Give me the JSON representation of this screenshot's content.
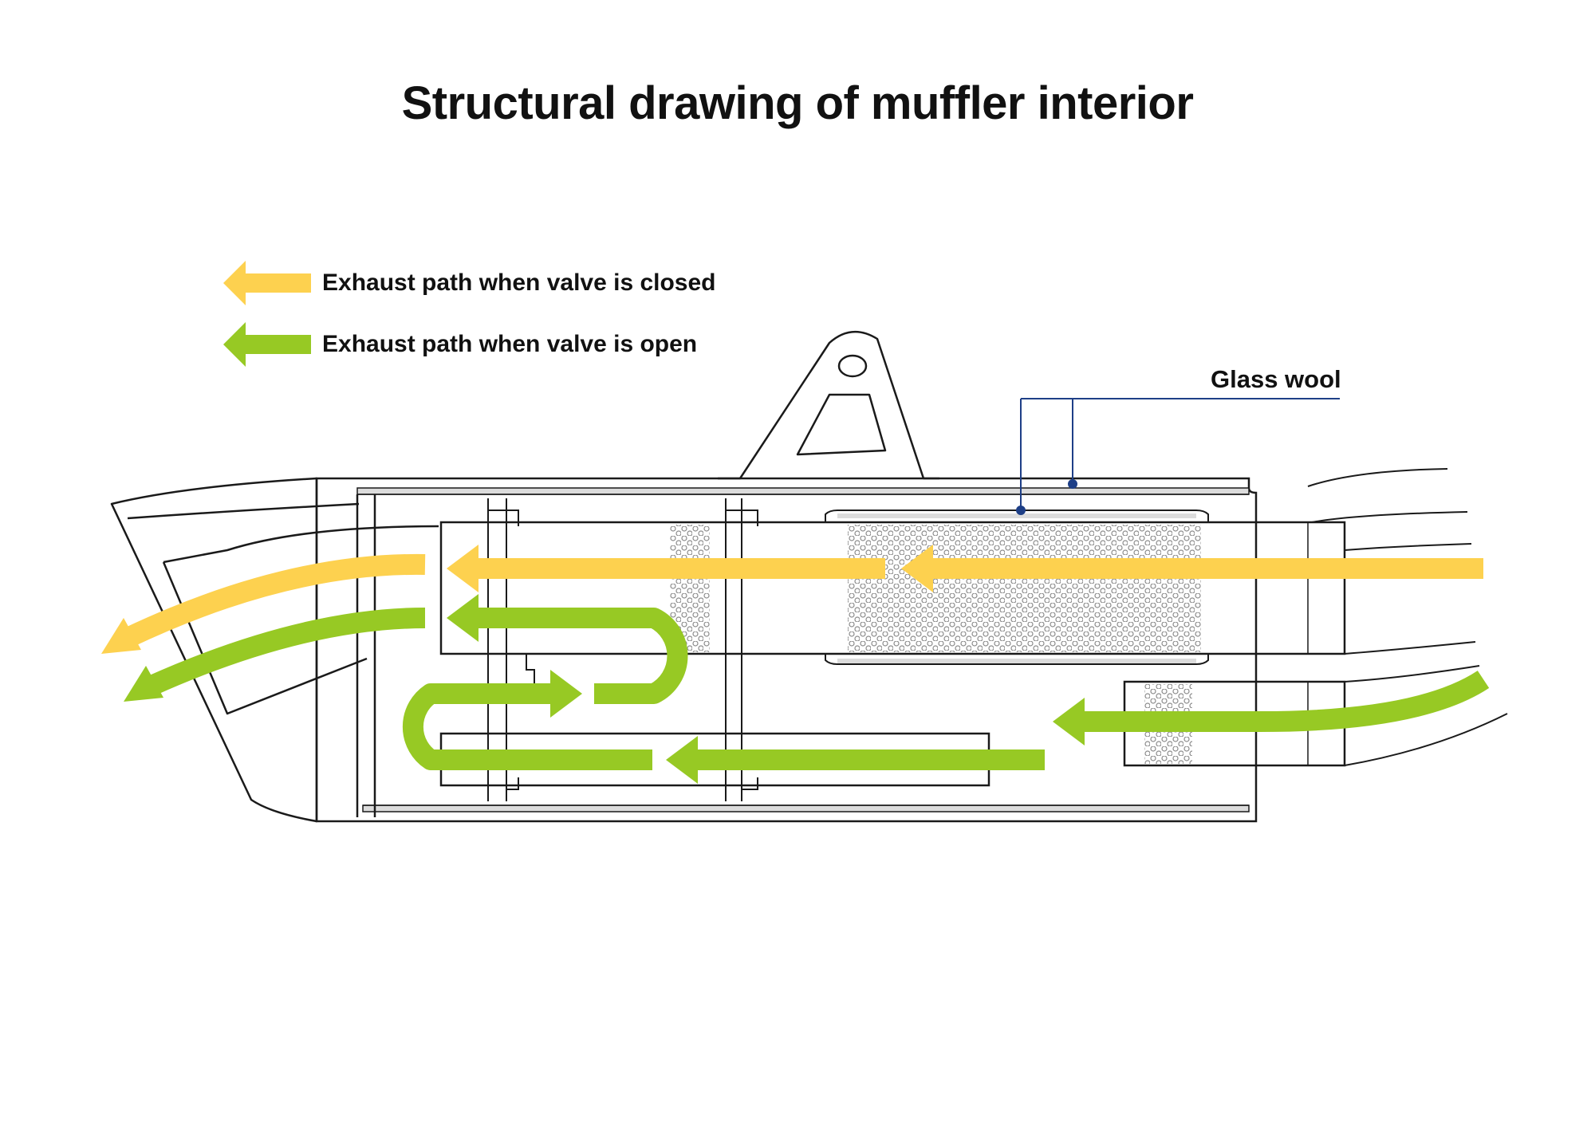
{
  "diagram": {
    "title": "Structural drawing of muffler interior",
    "legend": [
      {
        "key": "closed",
        "label": "Exhaust path when valve is closed",
        "color": "#FDD14F"
      },
      {
        "key": "open",
        "label": "Exhaust path when valve is open",
        "color": "#97C924"
      }
    ],
    "callouts": [
      {
        "label": "Glass wool",
        "color": "#1E3F87"
      }
    ],
    "colors": {
      "outline": "#1a1a1a",
      "perforation": "#8a8a8a",
      "glass_wool_fill": "#dcdcdc"
    }
  }
}
